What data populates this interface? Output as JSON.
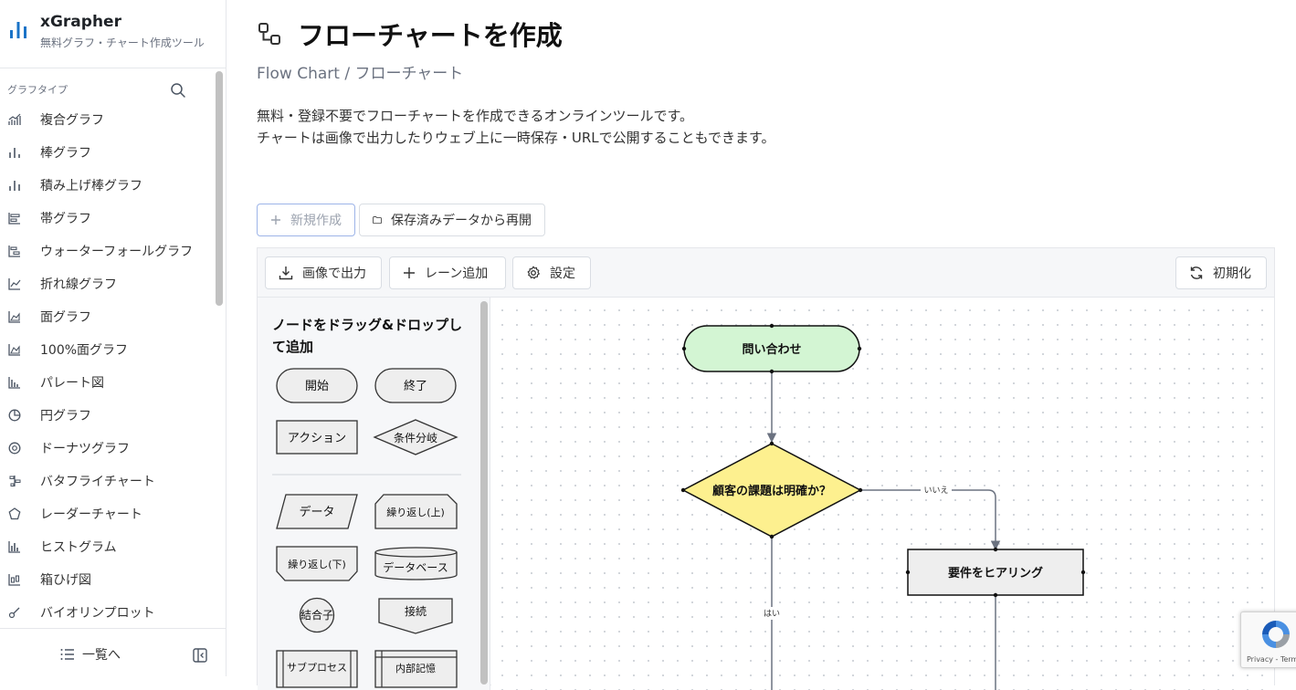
{
  "brand": {
    "name": "xGrapher",
    "tagline": "無料グラフ・チャート作成ツール"
  },
  "sidebar": {
    "section_label": "グラフタイプ",
    "items": [
      {
        "label": "複合グラフ",
        "icon": "combo-chart-icon"
      },
      {
        "label": "棒グラフ",
        "icon": "bar-chart-icon"
      },
      {
        "label": "積み上げ棒グラフ",
        "icon": "stacked-bar-icon"
      },
      {
        "label": "帯グラフ",
        "icon": "band-chart-icon"
      },
      {
        "label": "ウォーターフォールグラフ",
        "icon": "waterfall-chart-icon"
      },
      {
        "label": "折れ線グラフ",
        "icon": "line-chart-icon"
      },
      {
        "label": "面グラフ",
        "icon": "area-chart-icon"
      },
      {
        "label": "100%面グラフ",
        "icon": "area-100-chart-icon"
      },
      {
        "label": "パレート図",
        "icon": "pareto-chart-icon"
      },
      {
        "label": "円グラフ",
        "icon": "pie-chart-icon"
      },
      {
        "label": "ドーナツグラフ",
        "icon": "donut-chart-icon"
      },
      {
        "label": "バタフライチャート",
        "icon": "butterfly-chart-icon"
      },
      {
        "label": "レーダーチャート",
        "icon": "radar-chart-icon"
      },
      {
        "label": "ヒストグラム",
        "icon": "histogram-icon"
      },
      {
        "label": "箱ひげ図",
        "icon": "boxplot-icon"
      },
      {
        "label": "バイオリンプロット",
        "icon": "violin-plot-icon"
      }
    ],
    "back_label": "一覧へ"
  },
  "header": {
    "title": "フローチャートを作成",
    "subtitle": "Flow Chart / フローチャート",
    "description_line1": "無料・登録不要でフローチャートを作成できるオンラインツールです。",
    "description_line2": "チャートは画像で出力したりウェブ上に一時保存・URLで公開することもできます。"
  },
  "actions": {
    "new_label": "新規作成",
    "resume_label": "保存済みデータから再開"
  },
  "toolbar": {
    "export_label": "画像で出力",
    "add_lane_label": "レーン追加",
    "settings_label": "設定",
    "reset_label": "初期化"
  },
  "palette": {
    "title": "ノードをドラッグ&ドロップして追加",
    "nodes": {
      "start": "開始",
      "end": "終了",
      "action": "アクション",
      "decision": "条件分岐",
      "data": "データ",
      "loop_start": "繰り返し(上)",
      "loop_end": "繰り返し(下)",
      "database": "データベース",
      "connector": "結合子",
      "offpage": "接続",
      "subprocess": "サブプロセス",
      "internal_storage": "内部記憶"
    }
  },
  "flowchart": {
    "nodes": {
      "start": "問い合わせ",
      "decision": "顧客の課題は明確か？",
      "hearing": "要件をヒアリング"
    },
    "edge_labels": {
      "no": "いいえ",
      "yes": "はい"
    },
    "colors": {
      "start_fill": "#d3f5d3",
      "decision_fill": "#fdf08f",
      "process_fill": "#eeeeee"
    }
  },
  "recaptcha": {
    "footer": "Privacy - Terms"
  }
}
